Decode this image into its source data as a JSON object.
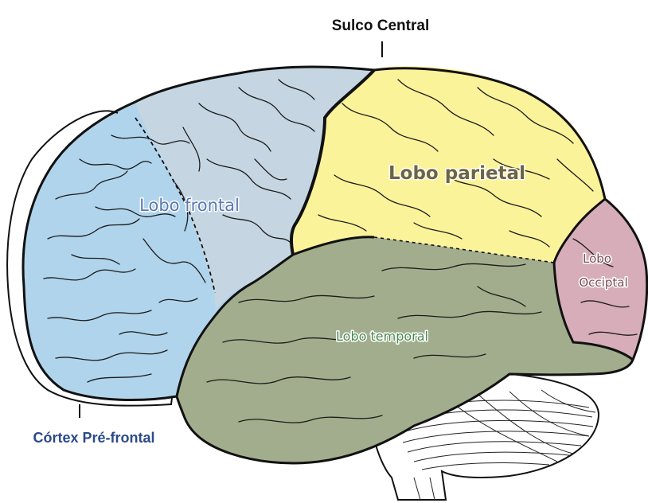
{
  "diagram": {
    "labels": {
      "central_sulcus": "Sulco Central",
      "frontal_lobe": "Lobo frontal",
      "parietal_lobe": "Lobo parietal",
      "occipital_lobe_line1": "Lobo",
      "occipital_lobe_line2": "Occiptal",
      "temporal_lobe": "Lobo temporal",
      "prefrontal_cortex": "Córtex Pré-frontal"
    },
    "colors": {
      "frontal_lobe": "#b0d4ec",
      "frontal_lobe_posterior": "#c5d6e2",
      "parietal_lobe": "#fbf39a",
      "occipital_lobe": "#d7adb9",
      "temporal_lobe": "#a2ad8d",
      "cerebellum": "#ffffff",
      "outline": "#111111",
      "frontal_label": "#5a78b4",
      "parietal_label": "#6b6545",
      "occipital_label": "#7a4f5a",
      "temporal_label": "#4a8a52",
      "prefrontal_label": "#2b4a8c"
    }
  }
}
